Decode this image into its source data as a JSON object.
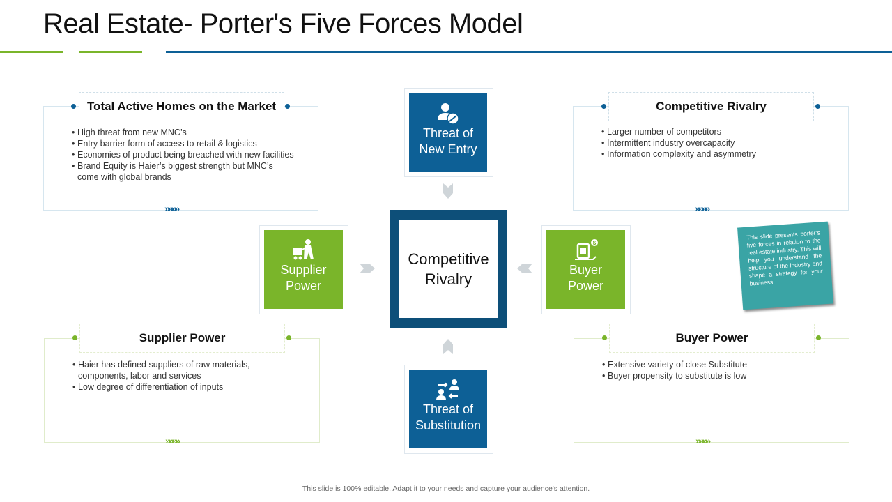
{
  "title": "Real Estate- Porter's Five Forces Model",
  "colors": {
    "navy": "#0d6096",
    "green": "#7ab52a",
    "teal": "#3aa4a5"
  },
  "cards": {
    "top_left": {
      "heading": "Total Active Homes on the Market",
      "bullets": [
        "High threat from new MNC’s",
        "Entry barrier form of access to retail & logistics",
        "Economies of product being breached with new facilities",
        "Brand Equity is Haier’s biggest strength but MNC’s come with global brands"
      ]
    },
    "top_right": {
      "heading": "Competitive Rivalry",
      "bullets": [
        "Larger number of competitors",
        "Intermittent industry overcapacity",
        "Information complexity and asymmetry"
      ]
    },
    "bottom_left": {
      "heading": "Supplier Power",
      "bullets": [
        "Haier has defined suppliers of raw materials, components, labor and services",
        "Low degree of differentiation of inputs"
      ]
    },
    "bottom_right": {
      "heading": "Buyer Power",
      "bullets": [
        "Extensive variety of close Substitute",
        "Buyer propensity to substitute is low"
      ]
    }
  },
  "forces": {
    "top": {
      "line1": "Threat of",
      "line2": "New Entry",
      "icon": "user-blocked-icon"
    },
    "left": {
      "line1": "Supplier",
      "line2": "Power",
      "icon": "worker-cart-icon"
    },
    "right": {
      "line1": "Buyer",
      "line2": "Power",
      "icon": "buyer-money-icon"
    },
    "bottom": {
      "line1": "Threat of",
      "line2": "Substitution",
      "icon": "swap-users-icon"
    },
    "center": {
      "line1": "Competitive",
      "line2": "Rivalry"
    }
  },
  "note": "This slide presents porter’s five forces in relation to the real estate industry. This will help you understand the structure of the industry and shape a strategy for your business.",
  "footer": "This slide is 100% editable. Adapt it to your needs and capture your audience's attention."
}
